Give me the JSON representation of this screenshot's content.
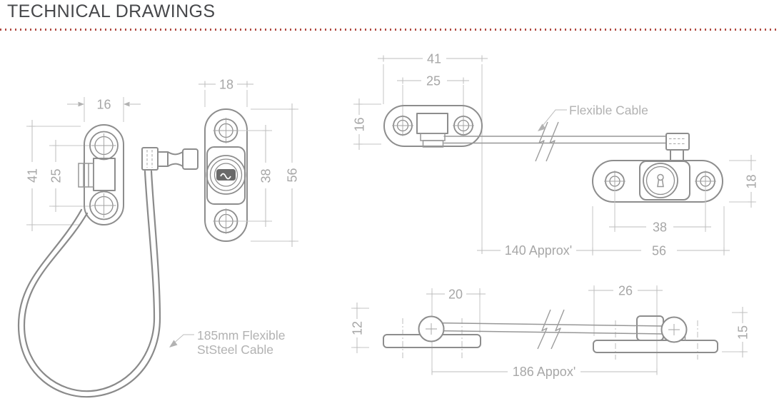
{
  "page": {
    "title": "TECHNICAL DRAWINGS"
  },
  "colors": {
    "accent_red": "#b14a42",
    "title_text": "#47484b",
    "part_line": "#8d8d8d",
    "dimension_line": "#bdbdbd",
    "dimension_text": "#a7a7a7",
    "label_text": "#b2b2b2"
  },
  "front_view": {
    "dimensions": {
      "bracket_width": "16",
      "bracket_height": "41",
      "bracket_hole_spacing": "25",
      "keep_width": "18",
      "keep_hole_spacing": "38",
      "keep_height": "56"
    },
    "cable_label_line1": "185mm Flexible",
    "cable_label_line2": "StSteel Cable"
  },
  "side_view": {
    "dimensions": {
      "bracket_length": "41",
      "bracket_hole_spacing": "25",
      "bracket_height": "16",
      "keep_height": "18",
      "keep_hole_spacing": "38",
      "keep_length": "56",
      "cable_run": "140 Approx'"
    },
    "cable_label": "Flexible Cable"
  },
  "plan_view": {
    "dimensions": {
      "bracket_boss_offset": "20",
      "keep_boss_offset": "26",
      "bracket_depth": "12",
      "keep_depth": "15",
      "overall_run": "186 Appox'"
    }
  }
}
